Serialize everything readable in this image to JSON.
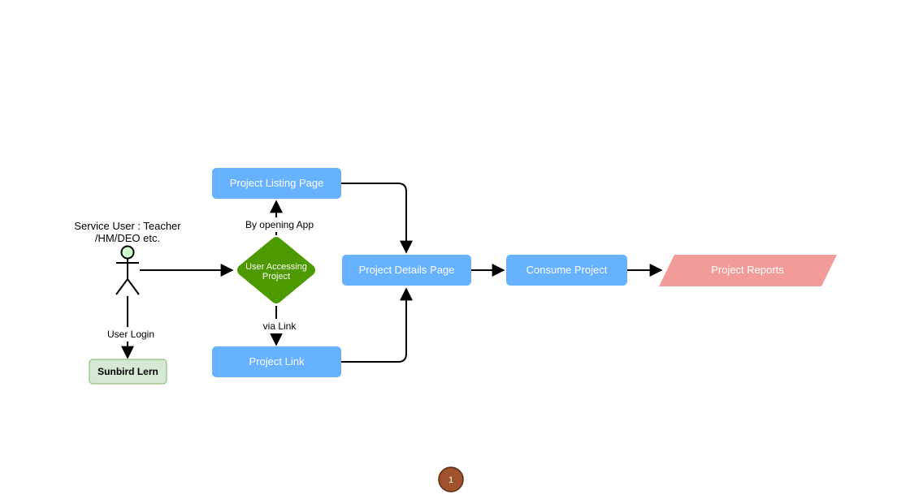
{
  "diagram": {
    "actor": {
      "label_line1": "Service User : Teacher",
      "label_line2": "/HM/DEO etc."
    },
    "nodes": {
      "sunbird": "Sunbird Lern",
      "decision_line1": "User Accessing",
      "decision_line2": "Project",
      "listing": "Project Listing Page",
      "link": "Project Link",
      "details": "Project Details Page",
      "consume": "Consume Project",
      "reports": "Project Reports"
    },
    "edge_labels": {
      "login": "User Login",
      "app": "By opening App",
      "via_link": "via Link"
    },
    "colors": {
      "process_fill": "#66b2ff",
      "decision_fill": "#4d9900",
      "report_fill": "#f19c99",
      "sunbird_fill": "#d5e8d4",
      "sunbird_stroke": "#82b366",
      "actor_head_fill": "#ccffcc",
      "page_badge_fill": "#a0522d"
    }
  },
  "page_badge": "1"
}
